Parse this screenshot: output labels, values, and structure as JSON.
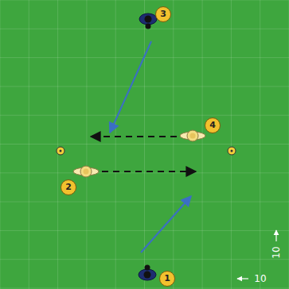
{
  "diagram": {
    "labels": [
      "3",
      "4",
      "2",
      "10",
      "1",
      "10"
    ]
  }
}
